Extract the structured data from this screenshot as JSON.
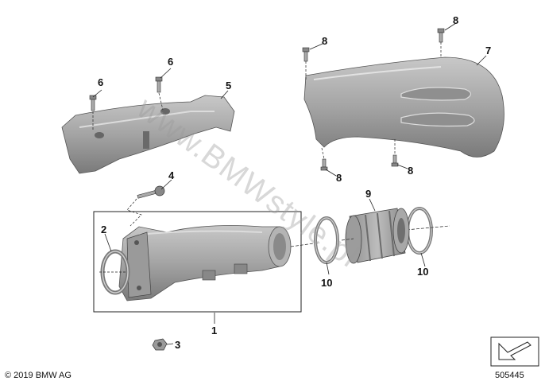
{
  "callouts": {
    "c1": "1",
    "c2": "2",
    "c3": "3",
    "c4": "4",
    "c5": "5",
    "c6a": "6",
    "c6b": "6",
    "c7": "7",
    "c8a": "8",
    "c8b": "8",
    "c8c": "8",
    "c8d": "8",
    "c9": "9",
    "c10a": "10",
    "c10b": "10"
  },
  "watermark": "www.BMWstyle.pl",
  "footer": {
    "copyright": "© 2019 BMW AG",
    "diagram_id": "505445"
  },
  "colors": {
    "part_fill": "#a9a9a9",
    "part_shadow": "#7d7d7d",
    "line": "#222222"
  }
}
